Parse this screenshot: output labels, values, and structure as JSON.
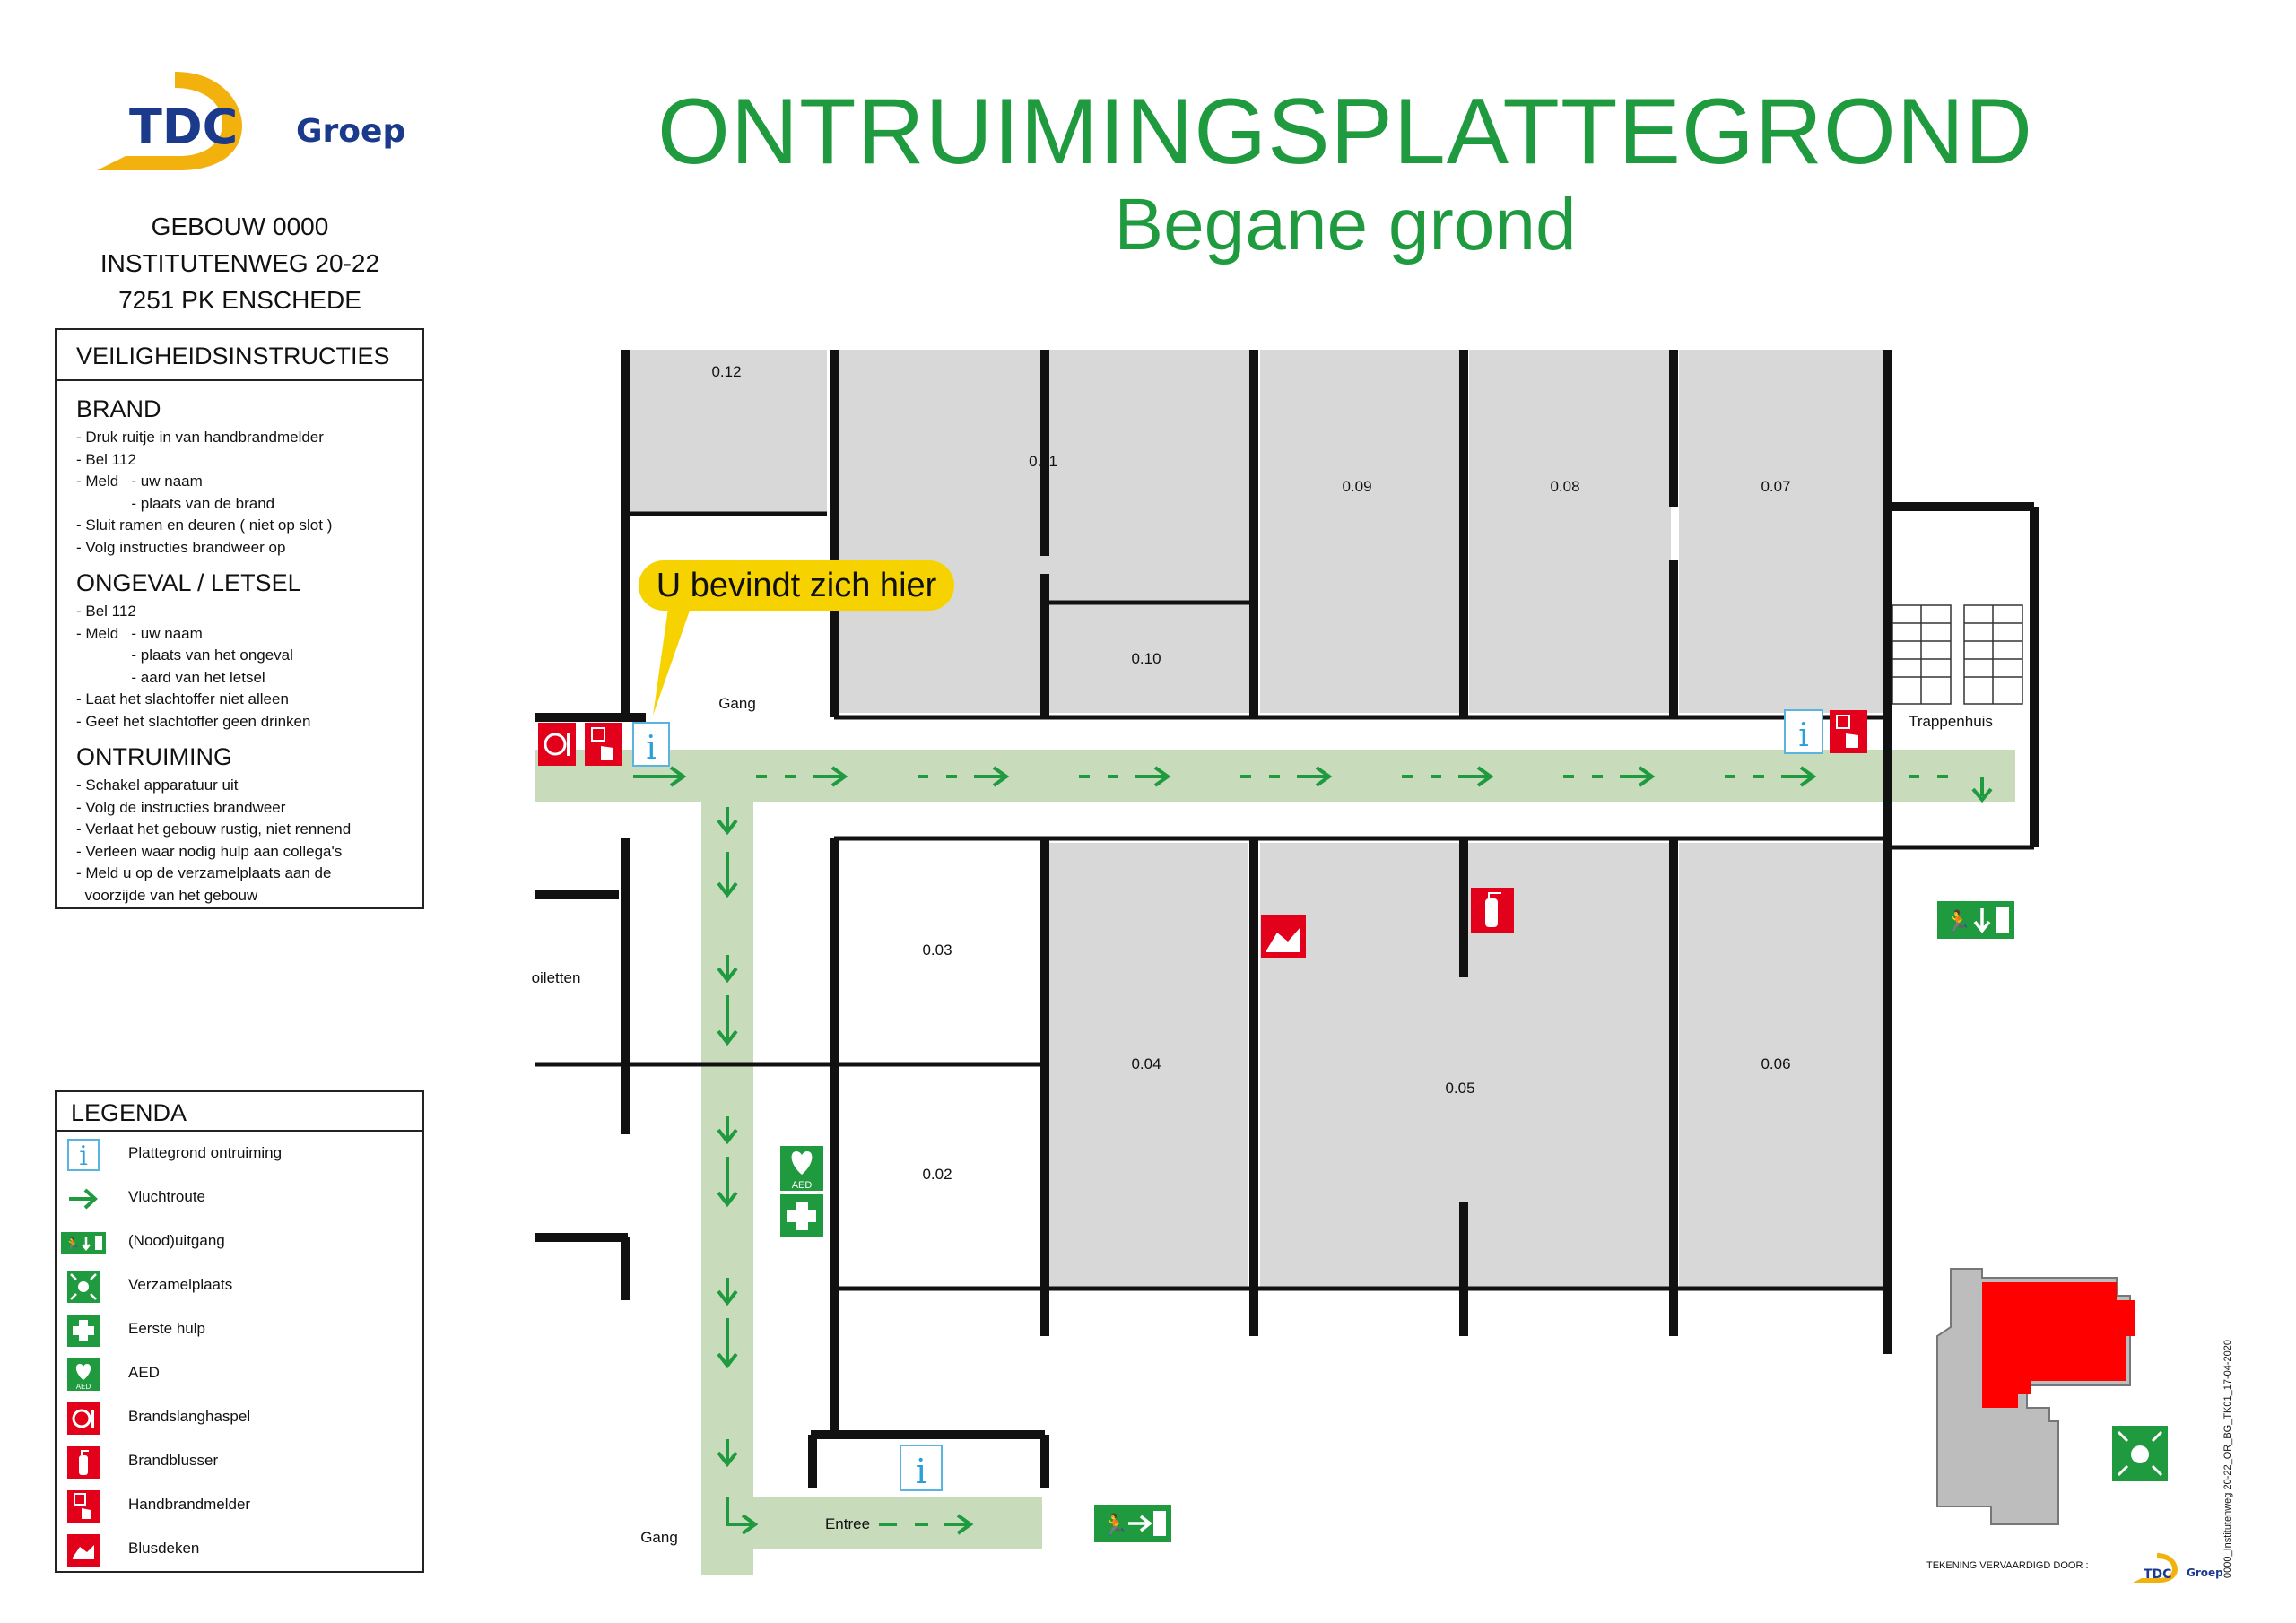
{
  "logo": {
    "brand_letters": "TDC",
    "brand_word": "Groep"
  },
  "title": "ONTRUIMINGSPLATTEGROND",
  "subtitle": "Begane grond",
  "address": {
    "line1": "GEBOUW 0000",
    "line2": "INSTITUTENWEG 20-22",
    "line3": "7251 PK ENSCHEDE"
  },
  "instructions": {
    "heading": "VEILIGHEIDSINSTRUCTIES",
    "sections": [
      {
        "title": "BRAND",
        "lines": [
          "- Druk ruitje in van handbrandmelder",
          "- Bel 112",
          "- Meld   - uw naam",
          "             - plaats van de brand",
          "- Sluit ramen en deuren ( niet op slot )",
          "- Volg instructies brandweer op"
        ]
      },
      {
        "title": "ONGEVAL / LETSEL",
        "lines": [
          "- Bel 112",
          "- Meld   - uw naam",
          "             - plaats van het ongeval",
          "             - aard van het letsel",
          "- Laat het slachtoffer niet alleen",
          "- Geef het slachtoffer geen drinken"
        ]
      },
      {
        "title": "ONTRUIMING",
        "lines": [
          "- Schakel apparatuur uit",
          "- Volg de instructies brandweer",
          "- Verlaat het gebouw rustig, niet rennend",
          "- Verleen waar nodig hulp aan collega's",
          "- Meld u op de verzamelplaats aan de",
          "  voorzijde van het gebouw"
        ]
      }
    ]
  },
  "legend": {
    "heading": "LEGENDA",
    "items": [
      {
        "icon": "info-icon",
        "label": "Plattegrond ontruiming"
      },
      {
        "icon": "escape-route-arrow-icon",
        "label": "Vluchtroute"
      },
      {
        "icon": "emergency-exit-icon",
        "label": "(Nood)uitgang"
      },
      {
        "icon": "assembly-point-icon",
        "label": "Verzamelplaats"
      },
      {
        "icon": "first-aid-icon",
        "label": "Eerste hulp"
      },
      {
        "icon": "aed-icon",
        "label": "AED"
      },
      {
        "icon": "fire-hose-icon",
        "label": "Brandslanghaspel"
      },
      {
        "icon": "fire-extinguisher-icon",
        "label": "Brandblusser"
      },
      {
        "icon": "fire-alarm-icon",
        "label": "Handbrandmelder"
      },
      {
        "icon": "fire-blanket-icon",
        "label": "Blusdeken"
      }
    ]
  },
  "plan": {
    "you_are_here": "U bevindt zich hier",
    "rooms": [
      "0.12",
      "0.11",
      "0.10",
      "0.09",
      "0.08",
      "0.07",
      "0.03",
      "0.04",
      "0.05",
      "0.06",
      "0.02"
    ],
    "labels": {
      "gang_top": "Gang",
      "gang_bottom": "Gang",
      "trappenhuis": "Trappenhuis",
      "toiletten": "oiletten",
      "entree": "Entree"
    },
    "aed_text": "AED",
    "colors": {
      "route": "#c8dcbc",
      "arrow": "#1f9a3f",
      "room": "#d8d8d8",
      "safety_red": "#e2001a",
      "highlight": "#ff0000",
      "bubble": "#f6d300"
    }
  },
  "footer": {
    "made_by": "TEKENING VERVAARDIGD DOOR :",
    "code": "0000_Institutenweg 20-22_OR_BG_TK01_17-04-2020"
  }
}
